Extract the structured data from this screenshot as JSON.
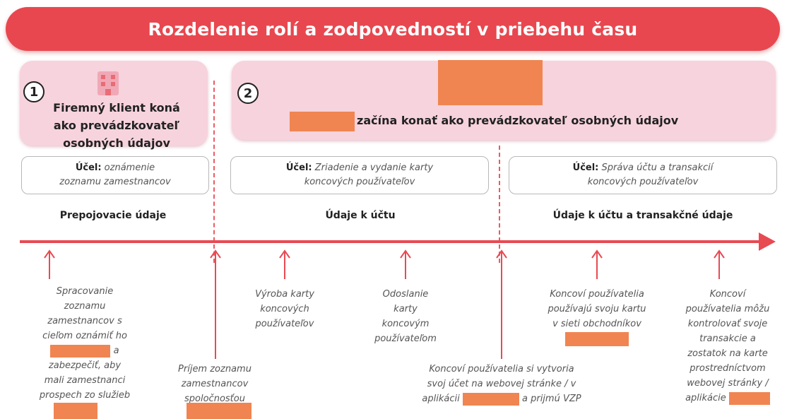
{
  "title": "Rozdelenie rolí a zodpovedností v priebehu času",
  "panel1": {
    "number": "1",
    "line1": "Firemný klient koná",
    "line2": "ako prevádzkovateľ",
    "line3": "osobných údajov",
    "icon": "building-icon"
  },
  "panel2": {
    "number": "2",
    "text": "začína konať ako prevádzkovateľ osobných údajov"
  },
  "purposes": [
    {
      "label": "Účel:",
      "line1_rest": " oznámenie",
      "line2": "zoznamu zamestnancov"
    },
    {
      "label": "Účel:",
      "line1_rest": " Zriadenie a vydanie karty",
      "line2": "koncových používateľov"
    },
    {
      "label": "Účel:",
      "line1_rest": " Správa účtu a transakcií",
      "line2": "koncových používateľov"
    }
  ],
  "sections": [
    "Prepojovacie údaje",
    "Údaje k účtu",
    "Údaje k účtu a transakčné údaje"
  ],
  "events": {
    "e1": [
      "Spracovanie",
      "zoznamu",
      "zamestnancov s",
      "cieľom oznámiť ho",
      "a",
      "zabezpečiť, aby",
      "mali zamestnanci",
      "prospech zo služieb"
    ],
    "e2": [
      "Príjem zoznamu",
      "zamestnancov",
      "spoločnosťou"
    ],
    "e3": [
      "Výroba karty",
      "koncových",
      "používateľov"
    ],
    "e4": [
      "Odoslanie",
      "karty",
      "koncovým",
      "používateľom"
    ],
    "e5": [
      "Koncoví používatelia si vytvoria",
      "svoj účet na webovej stránke / v",
      "aplikácii",
      "a prijmú VZP"
    ],
    "e6": [
      "Koncoví používatelia",
      "používajú svoju kartu",
      "v sieti obchodníkov"
    ],
    "e7": [
      "Koncoví",
      "používatelia môžu",
      "kontrolovať svoje",
      "transakcie a",
      "zostatok na karte",
      "prostredníctvom",
      "webovej stránky /",
      "aplikácie"
    ]
  },
  "colors": {
    "accent": "#e8474f",
    "panel_bg": "#f7d3dd",
    "timeline": "#e84a52",
    "redaction": "#f08552"
  }
}
